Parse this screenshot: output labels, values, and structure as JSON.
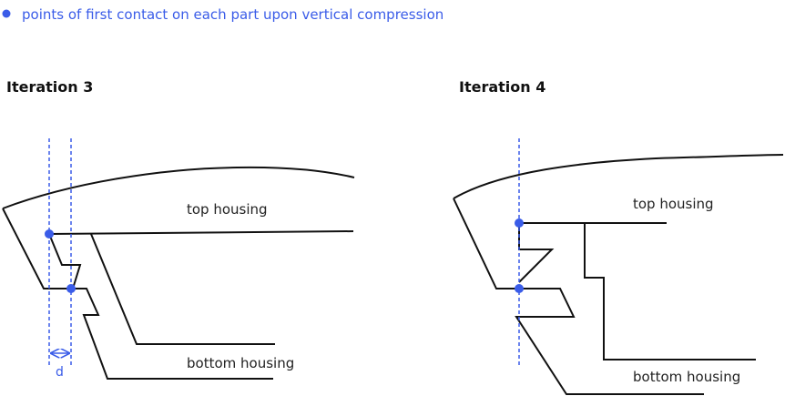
{
  "legend": {
    "text": "points of first contact on each part upon vertical compression",
    "marker_color": "#3a5ce8"
  },
  "iteration3": {
    "title": "Iteration 3",
    "top_label": "top housing",
    "bottom_label": "bottom housing",
    "dimension_label": "d"
  },
  "iteration4": {
    "title": "Iteration 4",
    "top_label": "top housing",
    "bottom_label": "bottom housing"
  },
  "colors": {
    "accent": "#3a5ce8",
    "line": "#111111"
  }
}
